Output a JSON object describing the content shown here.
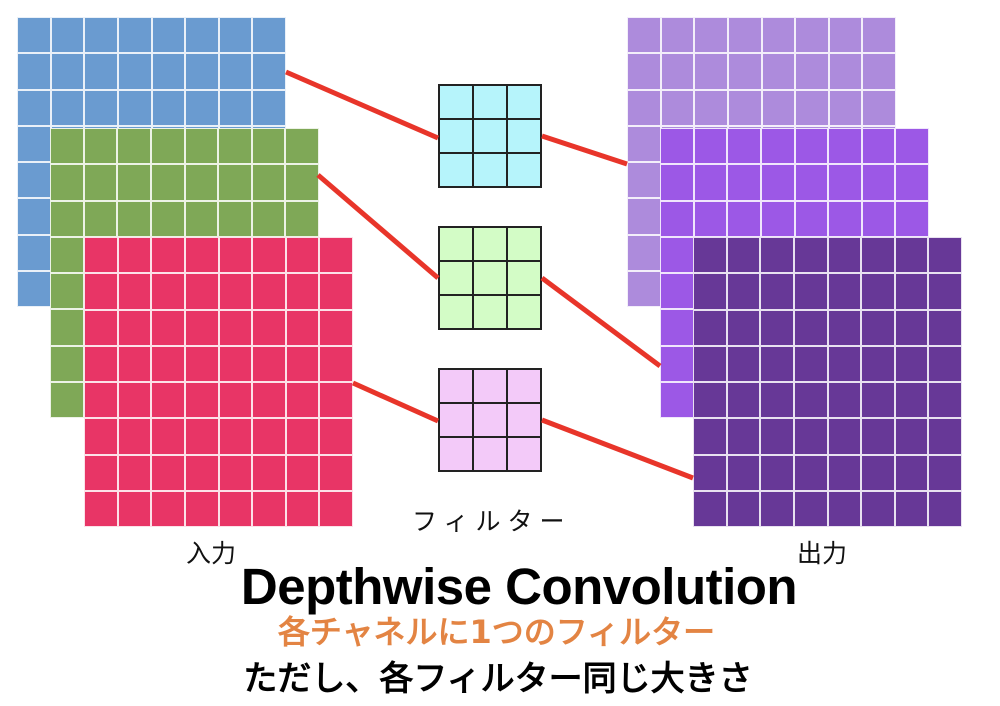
{
  "diagram": {
    "title": "Depthwise Convolution",
    "subtitle": "各チャネルに1つのフィルター",
    "note": "ただし、各フィルター同じ大きさ",
    "labels": {
      "input": "入力",
      "filter": "フィルター",
      "output": "出力"
    },
    "colors": {
      "subtitle": "#E38443",
      "connector": "#E8352A",
      "input_channels": [
        "#6A9BD0",
        "#7FA857",
        "#E83566"
      ],
      "filters": [
        "#B6F4FB",
        "#D3FCC6",
        "#F3CAF9"
      ],
      "output_channels": [
        "#AD8BDC",
        "#9C58E6",
        "#673897"
      ]
    },
    "input_channels": [
      {
        "name": "blue",
        "rows": 8,
        "cols": 8
      },
      {
        "name": "green",
        "rows": 8,
        "cols": 8
      },
      {
        "name": "red",
        "rows": 8,
        "cols": 8
      }
    ],
    "filters": [
      {
        "name": "cyan",
        "rows": 3,
        "cols": 3
      },
      {
        "name": "green",
        "rows": 3,
        "cols": 3
      },
      {
        "name": "pink",
        "rows": 3,
        "cols": 3
      }
    ],
    "output_channels": [
      {
        "name": "light-purple",
        "rows": 8,
        "cols": 8
      },
      {
        "name": "purple",
        "rows": 8,
        "cols": 8
      },
      {
        "name": "dark-purple",
        "rows": 8,
        "cols": 8
      }
    ]
  }
}
